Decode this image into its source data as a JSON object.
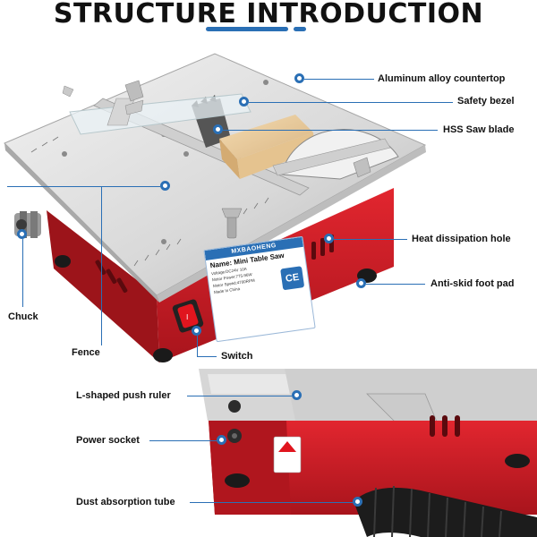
{
  "title": "STRUCTURE INTRODUCTION",
  "callouts": {
    "countertop": "Aluminum alloy countertop",
    "bezel": "Safety bezel",
    "blade": "HSS Saw blade",
    "heat": "Heat dissipation hole",
    "foot": "Anti-skid foot pad",
    "chuck": "Chuck",
    "fence": "Fence",
    "switch": "Switch",
    "push_ruler": "L-shaped push ruler",
    "power": "Power socket",
    "dust": "Dust absorption tube"
  },
  "product_label": {
    "brand": "MXBAOHENG",
    "name": "Name: Mini Table Saw",
    "voltage": "Voltage:DC24V 10A",
    "power": "Motor Power:775-96W",
    "speed": "Motor Speed:4700RPM",
    "made": "Made In China",
    "ce": "CE"
  },
  "colors": {
    "accent": "#2a6fb5",
    "body_red": "#d0202a",
    "aluminum": "#dcdcdc"
  }
}
